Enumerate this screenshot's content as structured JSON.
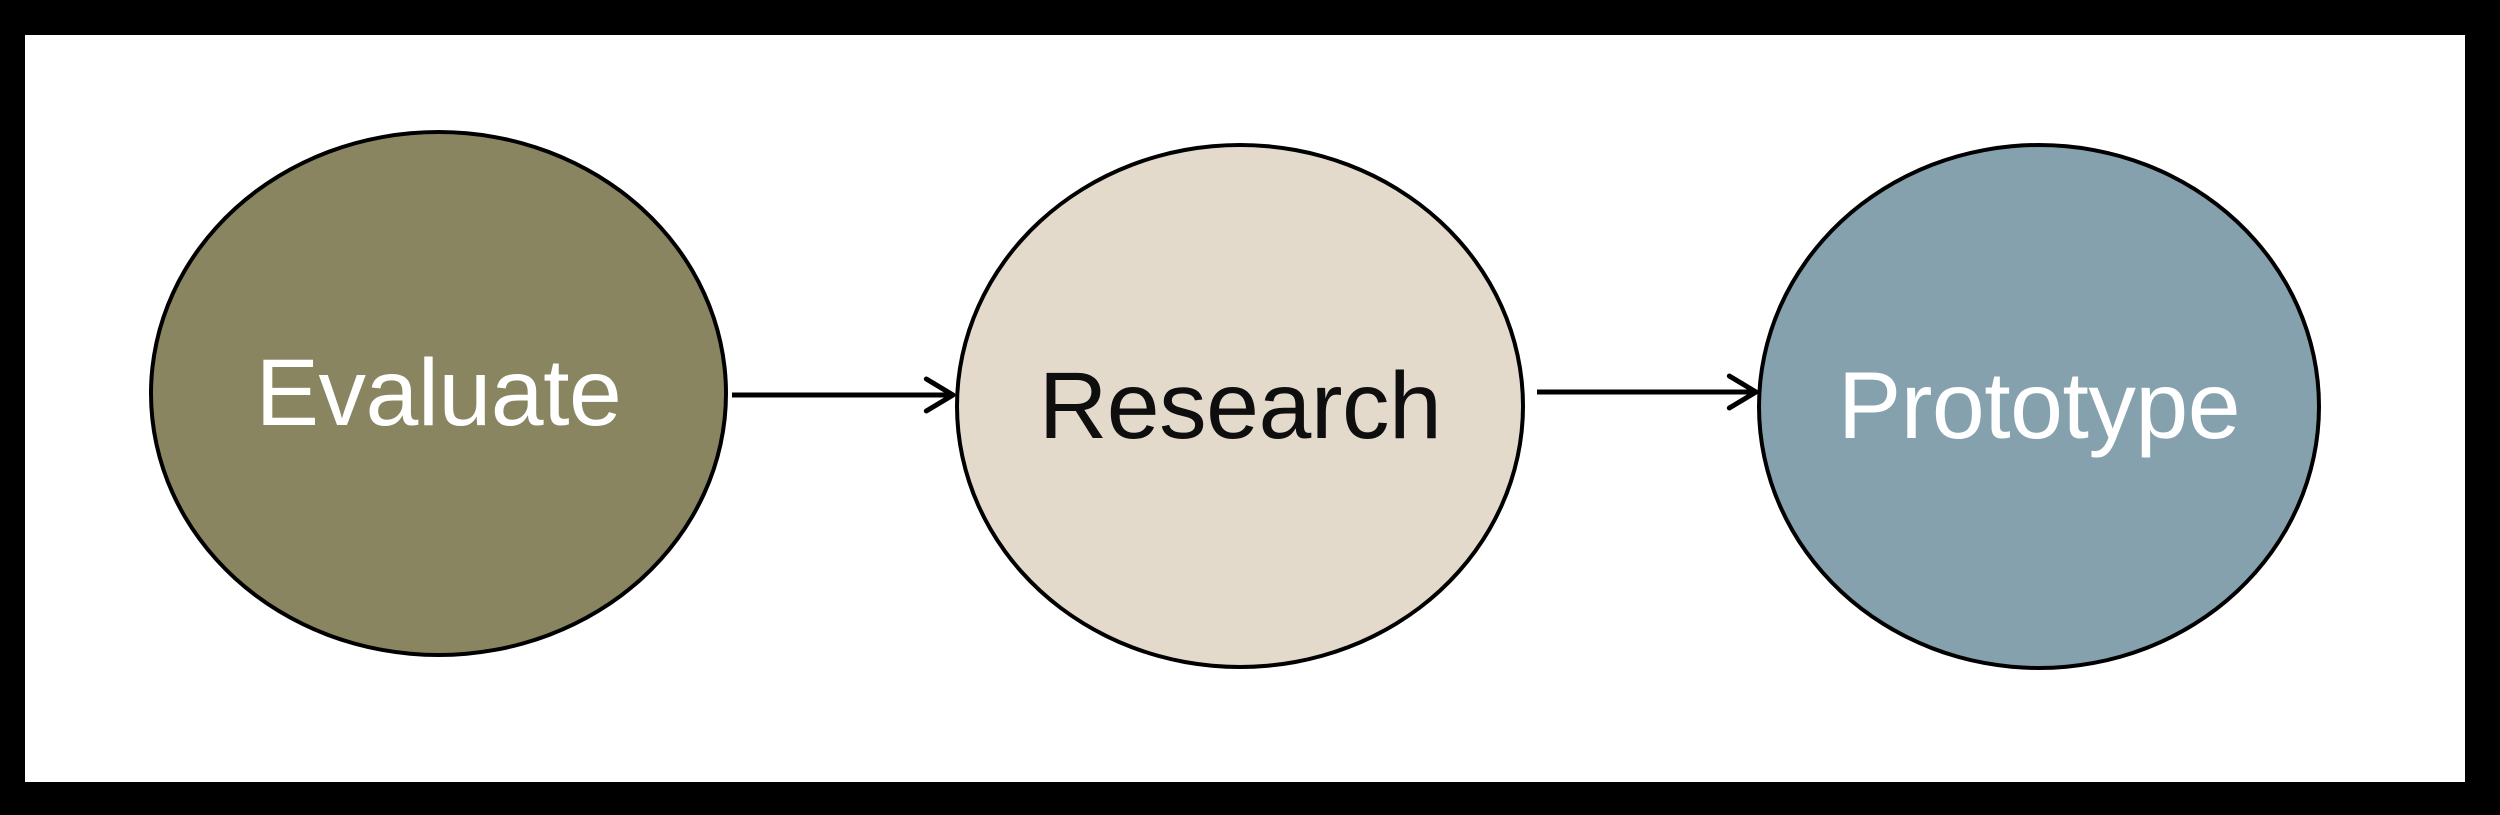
{
  "diagram": {
    "kind": "process-flowchart",
    "canvas_background": "#ffffff",
    "frame_color": "#000000",
    "connector_color": "#000000",
    "nodes": [
      {
        "id": "evaluate",
        "label": "Evaluate",
        "shape": "ellipse",
        "fill": "#8a8561",
        "stroke": "#000000",
        "text_color": "#ffffff"
      },
      {
        "id": "research",
        "label": "Research",
        "shape": "ellipse",
        "fill": "#e3dacb",
        "stroke": "#000000",
        "text_color": "#0e0e0e"
      },
      {
        "id": "prototype",
        "label": "Prototype",
        "shape": "ellipse",
        "fill": "#85a1ad",
        "stroke": "#000000",
        "text_color": "#ffffff"
      }
    ],
    "connections": [
      {
        "from": "Evaluate",
        "to": "Research",
        "type": "arrow"
      },
      {
        "from": "Research",
        "to": "Prototype",
        "type": "arrow"
      }
    ]
  }
}
